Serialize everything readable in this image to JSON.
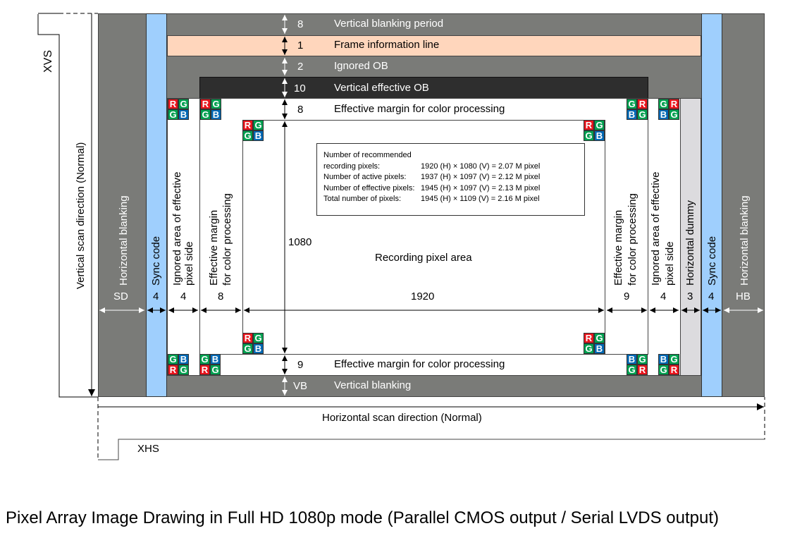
{
  "caption": "Pixel Array Image Drawing in Full HD 1080p mode (Parallel CMOS output / Serial LVDS output)",
  "colors": {
    "blanking_grey": "#7a7b78",
    "sync_blue": "#9fcffd",
    "frame_info_peach": "#ffd6bc",
    "effective_ob_dark": "#2e2e2e",
    "dummy_light_grey": "#dcdbde",
    "bayer_red": "#e8141c",
    "bayer_green": "#00a050",
    "bayer_blue": "#0068b4"
  },
  "signals": {
    "xvs": "XVS",
    "xhs": "XHS",
    "vertical_scan": "Vertical scan direction (Normal)",
    "horizontal_scan": "Horizontal scan direction (Normal)"
  },
  "vertical_rows": [
    {
      "count": "8",
      "label": "Vertical blanking period"
    },
    {
      "count": "1",
      "label": "Frame information line"
    },
    {
      "count": "2",
      "label": "Ignored OB"
    },
    {
      "count": "10",
      "label": "Vertical effective OB"
    },
    {
      "count": "8",
      "label": "Effective margin for color processing"
    },
    {
      "count": "9",
      "label": "Effective margin for color processing"
    },
    {
      "count": "VB",
      "label": "Vertical blanking"
    }
  ],
  "horizontal_columns": [
    {
      "count": "SD",
      "label": "Horizontal blanking"
    },
    {
      "count": "4",
      "label": "Sync code"
    },
    {
      "count": "4",
      "label_line1": "Ignored area of effective",
      "label_line2": "pixel side"
    },
    {
      "count": "8",
      "label_line1": "Effective margin",
      "label_line2": "for color processing"
    },
    {
      "count": "1920",
      "label": ""
    },
    {
      "count": "9",
      "label_line1": "Effective margin",
      "label_line2": "for color processing"
    },
    {
      "count": "4",
      "label_line1": "Ignored area of effective",
      "label_line2": "pixel side"
    },
    {
      "count": "3",
      "label": "Horizontal dummy"
    },
    {
      "count": "4",
      "label": "Sync code"
    },
    {
      "count": "HB",
      "label": "Horizontal blanking"
    }
  ],
  "recording_area": {
    "label": "Recording pixel area",
    "height": "1080",
    "width": "1920"
  },
  "info_box": {
    "title": "Number of recommended",
    "rows": [
      {
        "label": "recording pixels:",
        "value": "1920 (H) × 1080 (V) = 2.07 M pixel"
      },
      {
        "label": "Number of active pixels:",
        "value": "1937 (H) × 1097 (V) = 2.12 M pixel"
      },
      {
        "label": "Number of effective pixels:",
        "value": "1945 (H) × 1097 (V) = 2.13 M pixel"
      },
      {
        "label": "Total number of pixels:",
        "value": "1945 (H) × 1109 (V) = 2.16 M pixel"
      }
    ]
  },
  "bayer_patterns": {
    "top_left": [
      "R",
      "G",
      "G",
      "B"
    ],
    "top_right": [
      "G",
      "R",
      "B",
      "G"
    ],
    "bottom_left": [
      "G",
      "B",
      "R",
      "G"
    ],
    "bottom_right": [
      "B",
      "G",
      "G",
      "R"
    ],
    "recording_corner": [
      "R",
      "G",
      "G",
      "B"
    ]
  }
}
